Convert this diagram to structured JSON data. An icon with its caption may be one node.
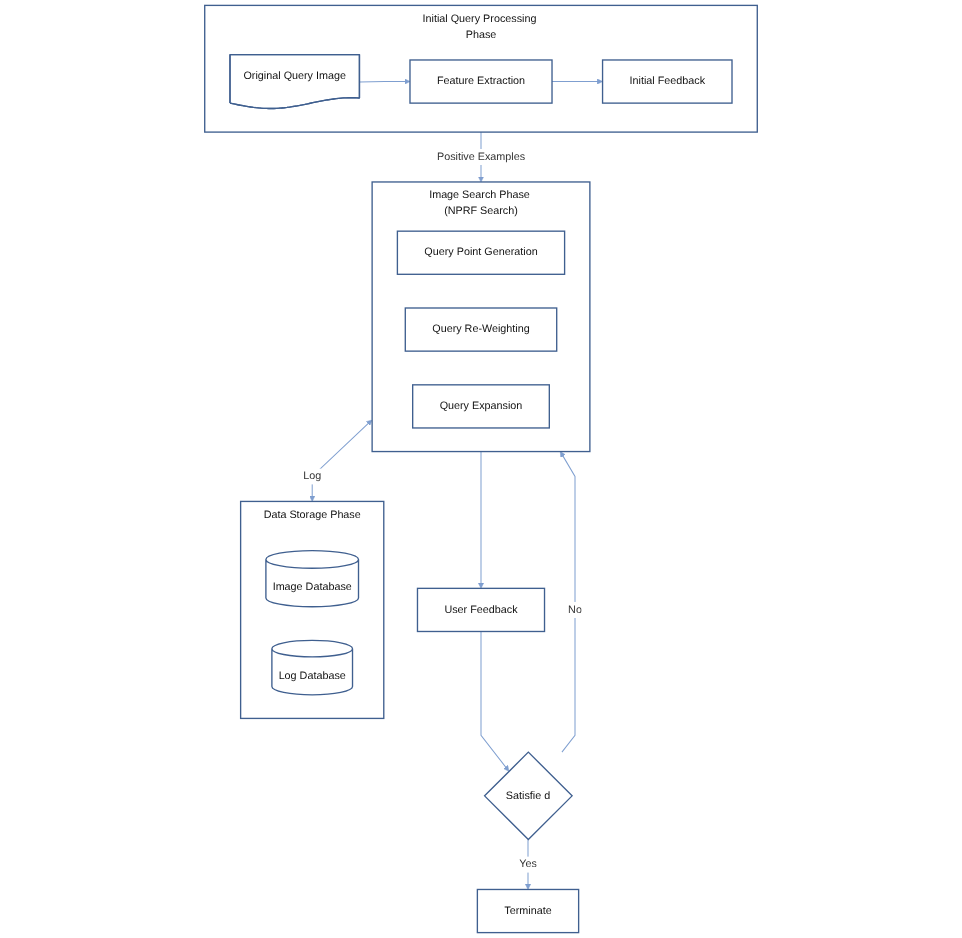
{
  "diagram": {
    "nodes": [
      {
        "text": [
          "Initial Query Processing Phase"
        ]
      },
      {
        "text": [
          "Original Query Image"
        ],
        "in": 0
      },
      {
        "text": [
          "Feature Extraction"
        ],
        "in": 0
      },
      {
        "text": [
          "Initial Feedback"
        ],
        "in": 0
      },
      {
        "text": [
          "Satisfie d"
        ]
      },
      {
        "text": [
          "Image Search Phase (NPRF Search)"
        ]
      },
      {
        "text": [
          "Query Point Generation"
        ],
        "in": 5
      },
      {
        "text": [
          "Query Re-Weighting"
        ],
        "in": 5
      },
      {
        "text": [
          "Query Expansion"
        ],
        "in": 5
      },
      {
        "text": [
          "User Feedback"
        ]
      },
      {
        "text": [
          "Terminate"
        ]
      },
      {
        "text": [
          "Data Storage Phase"
        ]
      },
      {
        "text": [
          "Image Database"
        ],
        "in": 11
      },
      {
        "text": [
          "Log Database"
        ],
        "in": 11
      }
    ],
    "edges": [
      {
        "from": 1,
        "to": 2,
        "arrow": "to"
      },
      {
        "from": 2,
        "to": 3,
        "arrow": "to"
      },
      {
        "from": 0,
        "to": 5,
        "arrow": "to",
        "label": "Positive Examples"
      },
      {
        "from": 5,
        "to": 9,
        "arrow": "to"
      },
      {
        "from": 9,
        "to": 4,
        "arrow": "to"
      },
      {
        "from": 4,
        "to": 5,
        "arrow": "to",
        "label": "No"
      },
      {
        "from": 4,
        "to": 10,
        "arrow": "to",
        "label": "Yes"
      },
      {
        "from": 5,
        "to": 11,
        "arrow": "both",
        "label": "Log"
      }
    ]
  }
}
